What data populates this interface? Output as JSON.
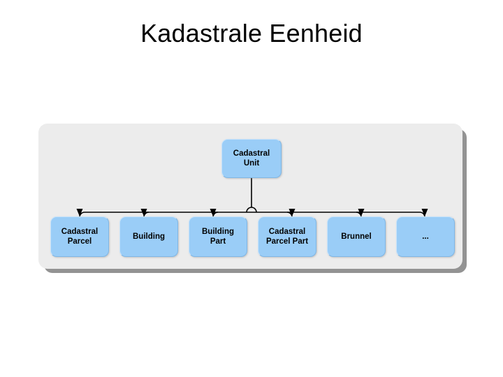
{
  "slide": {
    "title": "Kadastrale Eenheid",
    "background_color": "#ffffff"
  },
  "diagram": {
    "type": "hierarchy-tree",
    "panel_background_color": "#ececec",
    "node_fill_color": "#9acdf7",
    "connector_color": "#000000",
    "root": {
      "label": "Cadastral\nUnit"
    },
    "children": [
      {
        "label": "Cadastral\nParcel"
      },
      {
        "label": "Building"
      },
      {
        "label": "Building\nPart"
      },
      {
        "label": "Cadastral\nParcel Part"
      },
      {
        "label": "Brunnel"
      },
      {
        "label": "..."
      }
    ]
  }
}
